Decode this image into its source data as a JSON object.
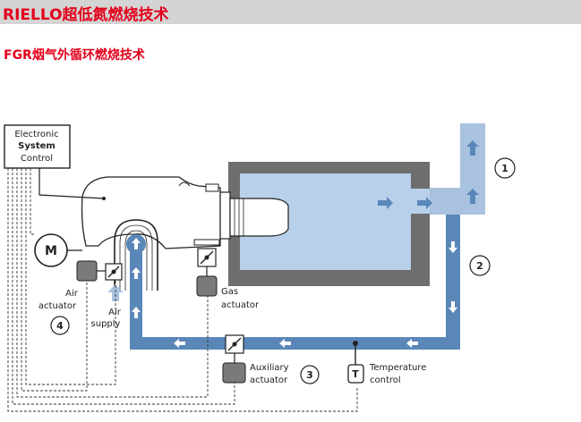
{
  "header": {
    "title": "RIELLO超低氮燃烧技术",
    "subtitle": "FGR烟气外循环燃烧技术"
  },
  "diagram": {
    "control_box": {
      "line1": "Electronic",
      "line2": "System",
      "line3": "Control"
    },
    "motor_label": "M",
    "air_actuator": {
      "line1": "Air",
      "line2": "actuator",
      "number": "4"
    },
    "air_supply": {
      "line1": "Air",
      "line2": "supply"
    },
    "gas_actuator": {
      "line1": "Gas",
      "line2": "actuator"
    },
    "auxiliary_actuator": {
      "line1": "Auxiliary",
      "line2": "actuator",
      "number": "3"
    },
    "temperature_control": {
      "symbol": "T",
      "line1": "Temperature",
      "line2": "control"
    },
    "markers": {
      "exhaust": "1",
      "recirculation": "2"
    },
    "colors": {
      "accent": "#e3001b",
      "flue_pipe": "#5b87b8",
      "light_pipe": "#a9c2e0",
      "furnace_inner": "#b8d0ea",
      "furnace_shell": "#6e6e6e",
      "actuator": "#7a7a7a"
    }
  }
}
